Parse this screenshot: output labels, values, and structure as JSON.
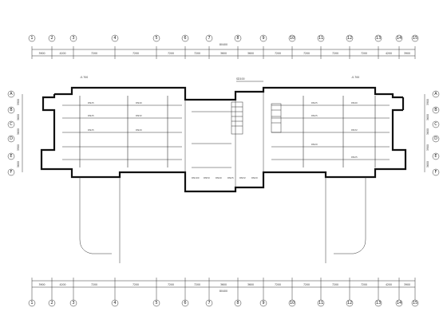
{
  "drawing": {
    "axis_top": [
      "1",
      "2",
      "3",
      "4",
      "5",
      "6",
      "7",
      "8",
      "9",
      "10",
      "11",
      "12",
      "13",
      "14",
      "15"
    ],
    "axis_side": [
      "A",
      "B",
      "C",
      "D",
      "E",
      "F"
    ],
    "dims_top_segments": [
      "3900",
      "4200",
      "7200",
      "7200",
      "7200",
      "7200",
      "3600",
      "3600",
      "7200",
      "7200",
      "7200",
      "7200",
      "4200",
      "3900"
    ],
    "dims_top_total": "80400",
    "dims_bottom_segments": [
      "3900",
      "4200",
      "7200",
      "7200",
      "7200",
      "7200",
      "3600",
      "3600",
      "7200",
      "7200",
      "7200",
      "7200",
      "4200",
      "3900"
    ],
    "dims_bottom_total": "80400",
    "dims_left": [
      "3900",
      "3600",
      "3600",
      "3900",
      "3600"
    ],
    "dims_right": [
      "3900",
      "3600",
      "3600",
      "3900",
      "3600"
    ],
    "center_note": "SD100",
    "notes": [
      "DN100",
      "DN50",
      "DN40",
      "DN25",
      "DN32",
      "DN20"
    ],
    "pipe_labels": [
      "DN25",
      "DN40",
      "DN25",
      "DN32",
      "DN25",
      "DN20",
      "DN25",
      "DN40",
      "DN25",
      "DN32",
      "DN20",
      "DN25"
    ],
    "elev_left": "-0.700",
    "elev_right": "-0.700"
  }
}
